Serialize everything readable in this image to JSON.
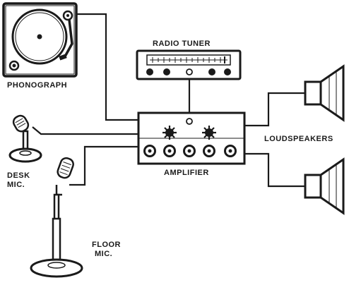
{
  "labels": {
    "phonograph": "PHONOGRAPH",
    "radio_tuner": "RADIO TUNER",
    "amplifier": "AMPLIFIER",
    "loudspeakers": "LOUDSPEAKERS",
    "desk_mic_line1": "DESK",
    "desk_mic_line2": "MIC.",
    "floor_mic_line1": "FLOOR",
    "floor_mic_line2": "MIC."
  },
  "colors": {
    "ink": "#1a1a1a",
    "paper": "#ffffff",
    "shade": "#cfcfcf"
  }
}
